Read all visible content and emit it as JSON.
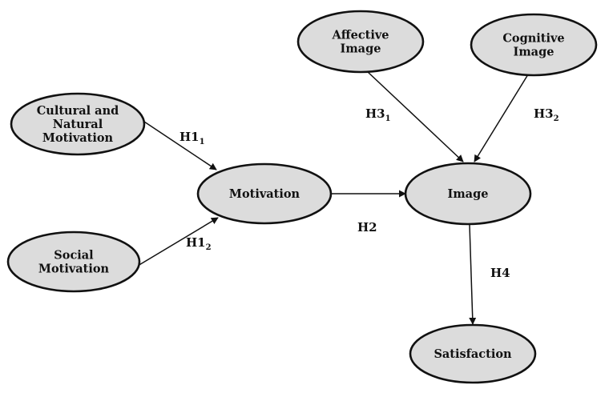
{
  "diagram": {
    "nodes": [
      {
        "id": "cultural",
        "lines": [
          "Cultural and",
          "Natural",
          "Motivation"
        ]
      },
      {
        "id": "social",
        "lines": [
          "Social",
          "Motivation"
        ]
      },
      {
        "id": "motivation",
        "lines": [
          "Motivation"
        ]
      },
      {
        "id": "affective",
        "lines": [
          "Affective",
          "Image"
        ]
      },
      {
        "id": "cognitive",
        "lines": [
          "Cognitive",
          "Image"
        ]
      },
      {
        "id": "image",
        "lines": [
          "Image"
        ]
      },
      {
        "id": "satisfaction",
        "lines": [
          "Satisfaction"
        ]
      }
    ],
    "edges": [
      {
        "from": "cultural",
        "to": "motivation",
        "label": "H1",
        "sub": "1"
      },
      {
        "from": "social",
        "to": "motivation",
        "label": "H1",
        "sub": "2"
      },
      {
        "from": "motivation",
        "to": "image",
        "label": "H2",
        "sub": ""
      },
      {
        "from": "affective",
        "to": "image",
        "label": "H3",
        "sub": "1"
      },
      {
        "from": "cognitive",
        "to": "image",
        "label": "H3",
        "sub": "2"
      },
      {
        "from": "image",
        "to": "satisfaction",
        "label": "H4",
        "sub": ""
      }
    ]
  }
}
